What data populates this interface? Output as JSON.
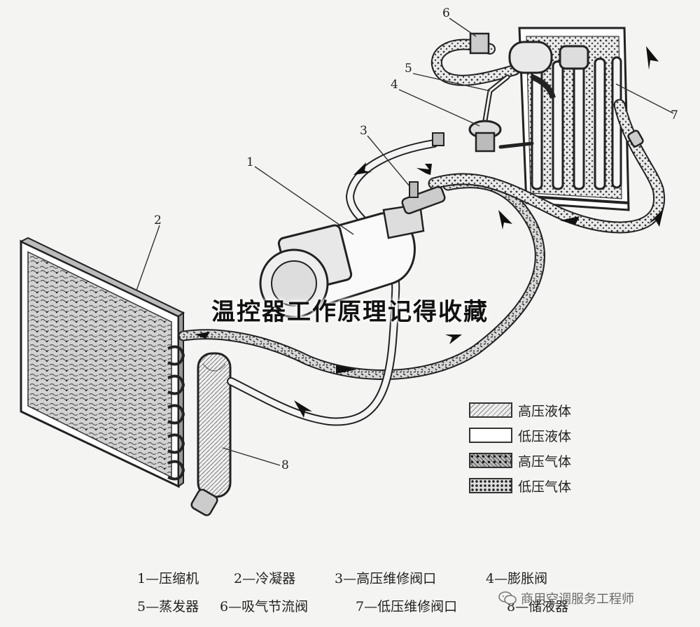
{
  "overlay_title": "温控器工作原理记得收藏",
  "callouts": [
    "1",
    "2",
    "3",
    "4",
    "5",
    "6",
    "7",
    "8"
  ],
  "legend": [
    {
      "label": "高压液体",
      "pattern": "hatch"
    },
    {
      "label": "低压液体",
      "pattern": "plain"
    },
    {
      "label": "高压气体",
      "pattern": "speckle-dark"
    },
    {
      "label": "低压气体",
      "pattern": "dots"
    }
  ],
  "caption": {
    "row1": [
      "1—压缩机",
      "2—冷凝器",
      "3—高压维修阀口",
      "4—膨胀阀"
    ],
    "row2": [
      "5—蒸发器",
      "6—吸气节流阀",
      "7—低压维修阀口",
      "8—储液器"
    ]
  },
  "watermark": {
    "text": "商用空调服务工程师",
    "icon": "wechat-icon"
  }
}
